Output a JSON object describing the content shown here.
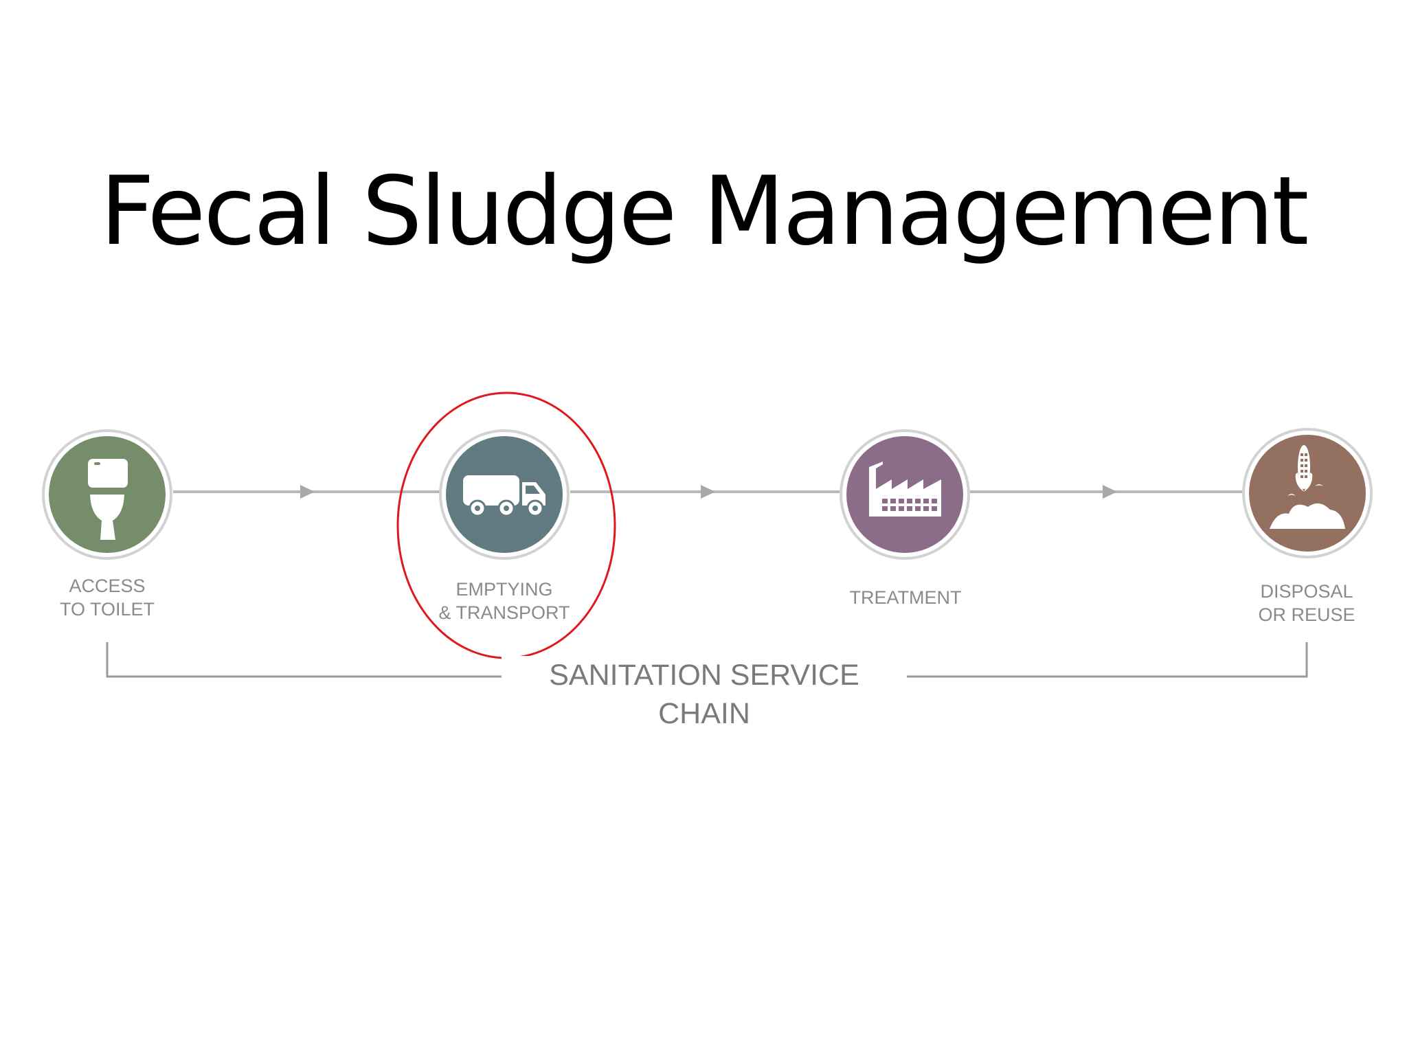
{
  "title": "Fecal Sludge Management",
  "stages": [
    {
      "label_line1": "ACCESS",
      "label_line2": "TO TOILET",
      "icon": "toilet-icon",
      "color": "#758d6a"
    },
    {
      "label_line1": "EMPTYING",
      "label_line2": "& TRANSPORT",
      "icon": "truck-icon",
      "color": "#627a82"
    },
    {
      "label_line1": "TREATMENT",
      "label_line2": "",
      "icon": "factory-icon",
      "color": "#8b6d8a"
    },
    {
      "label_line1": "DISPOSAL",
      "label_line2": "OR REUSE",
      "icon": "corn-field-icon",
      "color": "#93705f"
    }
  ],
  "highlighted_stage": "EMPTYING & TRANSPORT",
  "highlight_color": "#e0181b",
  "chain_label": "SANITATION SERVICE CHAIN",
  "connector_color": "#b9b9b9",
  "bracket_color": "#9a9a9a"
}
